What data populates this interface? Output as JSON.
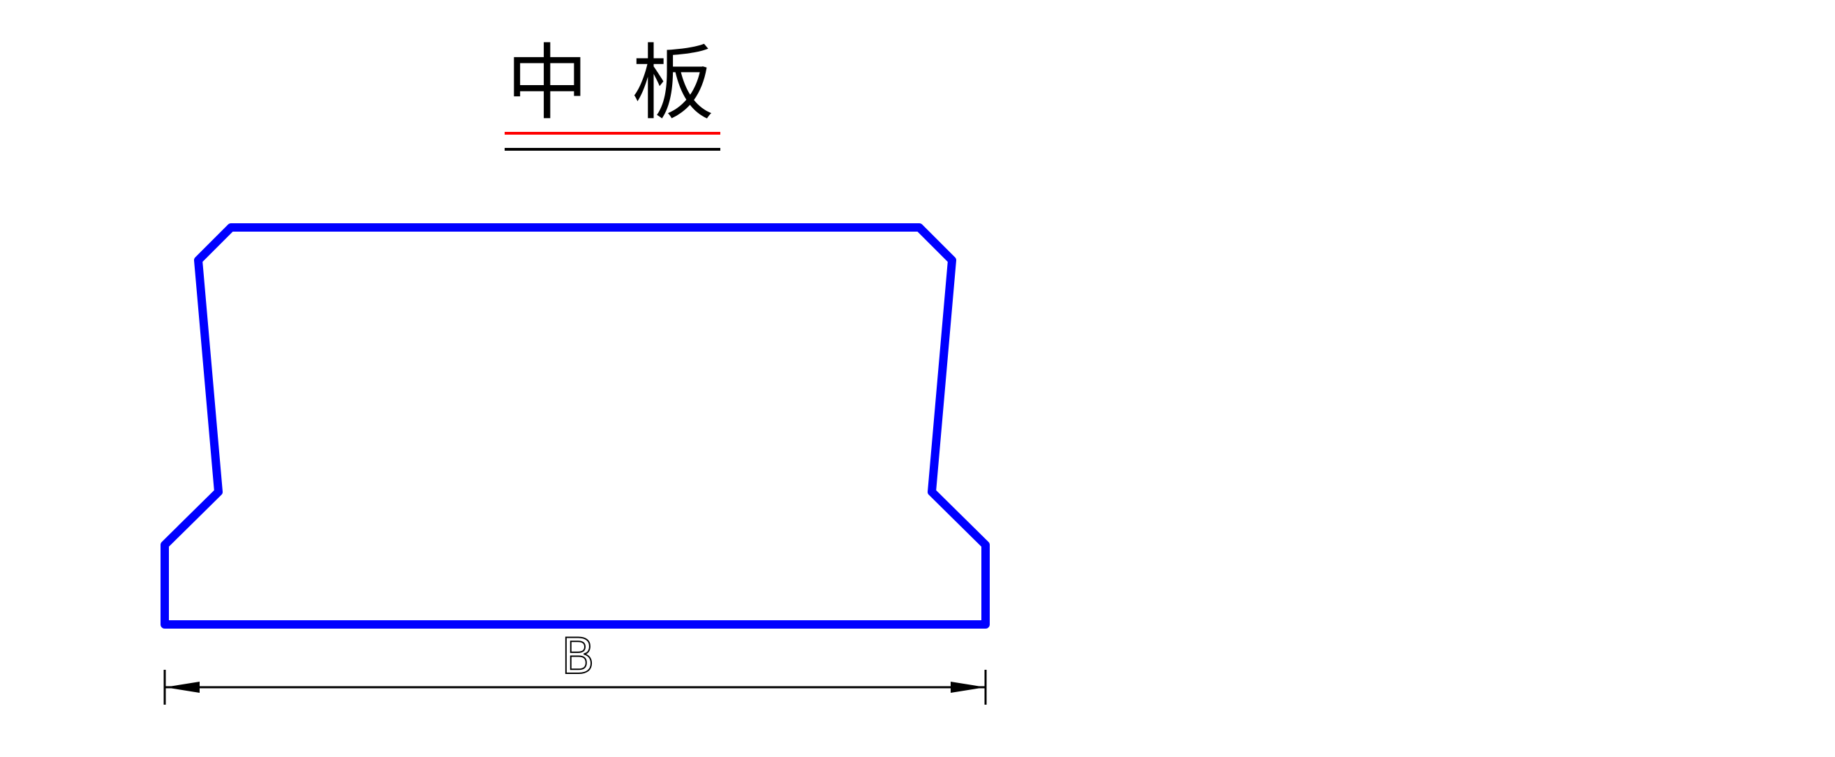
{
  "title": {
    "char_1": "中",
    "char_2": "板",
    "underline_top_color": "#ff0000",
    "underline_bottom_color": "#000000"
  },
  "section": {
    "outline_color": "#0000ff",
    "shape": "middle-slab-cross-section"
  },
  "dimension": {
    "label": "B",
    "color": "#000000"
  }
}
